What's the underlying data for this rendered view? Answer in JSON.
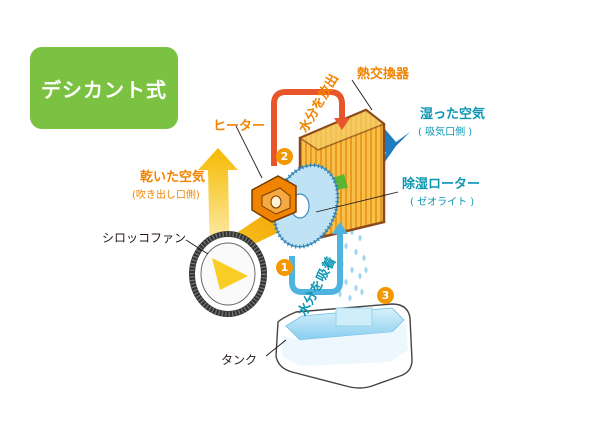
{
  "badge": {
    "label": "デシカント式"
  },
  "labels": {
    "heat_exchanger": "熱交換器",
    "heater": "ヒーター",
    "release_moisture": "水分を放出",
    "humid_air": "湿った空気",
    "humid_air_sub": "( 吸気口側 )",
    "dry_air": "乾いた空気",
    "dry_air_sub": "(吹き出し口側)",
    "rotor": "除湿ローター",
    "rotor_sub": "( ゼオライト )",
    "sirocco_fan": "シロッコファン",
    "absorb_moisture": "水分を吸着",
    "tank": "タンク"
  },
  "steps": [
    "1",
    "2",
    "3"
  ],
  "colors": {
    "badge_green": "#7cc242",
    "orange": "#f08300",
    "teal": "#0d96b3",
    "arrow_red": "#e8552a",
    "arrow_blue": "#4fb3e0",
    "hx_fill": "#f6b93b",
    "hx_frame": "#8a4a1c",
    "rotor_blue": "#bfe3f5",
    "water": "#9fd7f2"
  }
}
